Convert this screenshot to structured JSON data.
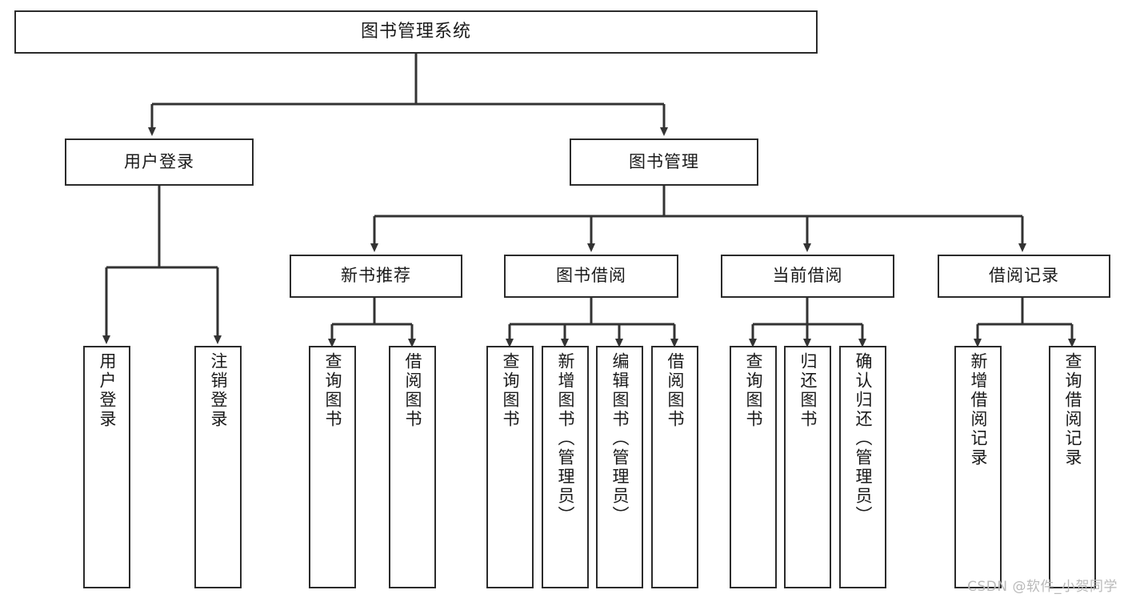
{
  "diagram": {
    "title_text": "图书管理系统",
    "watermark": "CSDN @软件_小贺同学",
    "colors": {
      "box_border": "#2b2b2b",
      "box_fill": "#ffffff",
      "connector": "#333333",
      "text": "#1a1a1a",
      "watermark": "#b9b9b9",
      "background": "#ffffff"
    },
    "nodes": {
      "root": {
        "label": "图书管理系统"
      },
      "level2": [
        {
          "label": "用户登录"
        },
        {
          "label": "图书管理"
        }
      ],
      "level3": [
        {
          "label": "新书推荐"
        },
        {
          "label": "图书借阅"
        },
        {
          "label": "当前借阅"
        },
        {
          "label": "借阅记录"
        }
      ],
      "leaves_user_login": [
        {
          "label": "用户登录"
        },
        {
          "label": "注销登录"
        }
      ],
      "leaves_new_book": [
        {
          "label": "查询图书"
        },
        {
          "label": "借阅图书"
        }
      ],
      "leaves_borrow": [
        {
          "label": "查询图书"
        },
        {
          "label": "新增图书（管理员）"
        },
        {
          "label": "编辑图书（管理员）"
        },
        {
          "label": "借阅图书"
        }
      ],
      "leaves_current": [
        {
          "label": "查询图书"
        },
        {
          "label": "归还图书"
        },
        {
          "label": "确认归还（管理员）"
        }
      ],
      "leaves_record": [
        {
          "label": "新增借阅记录"
        },
        {
          "label": "查询借阅记录"
        }
      ]
    }
  }
}
